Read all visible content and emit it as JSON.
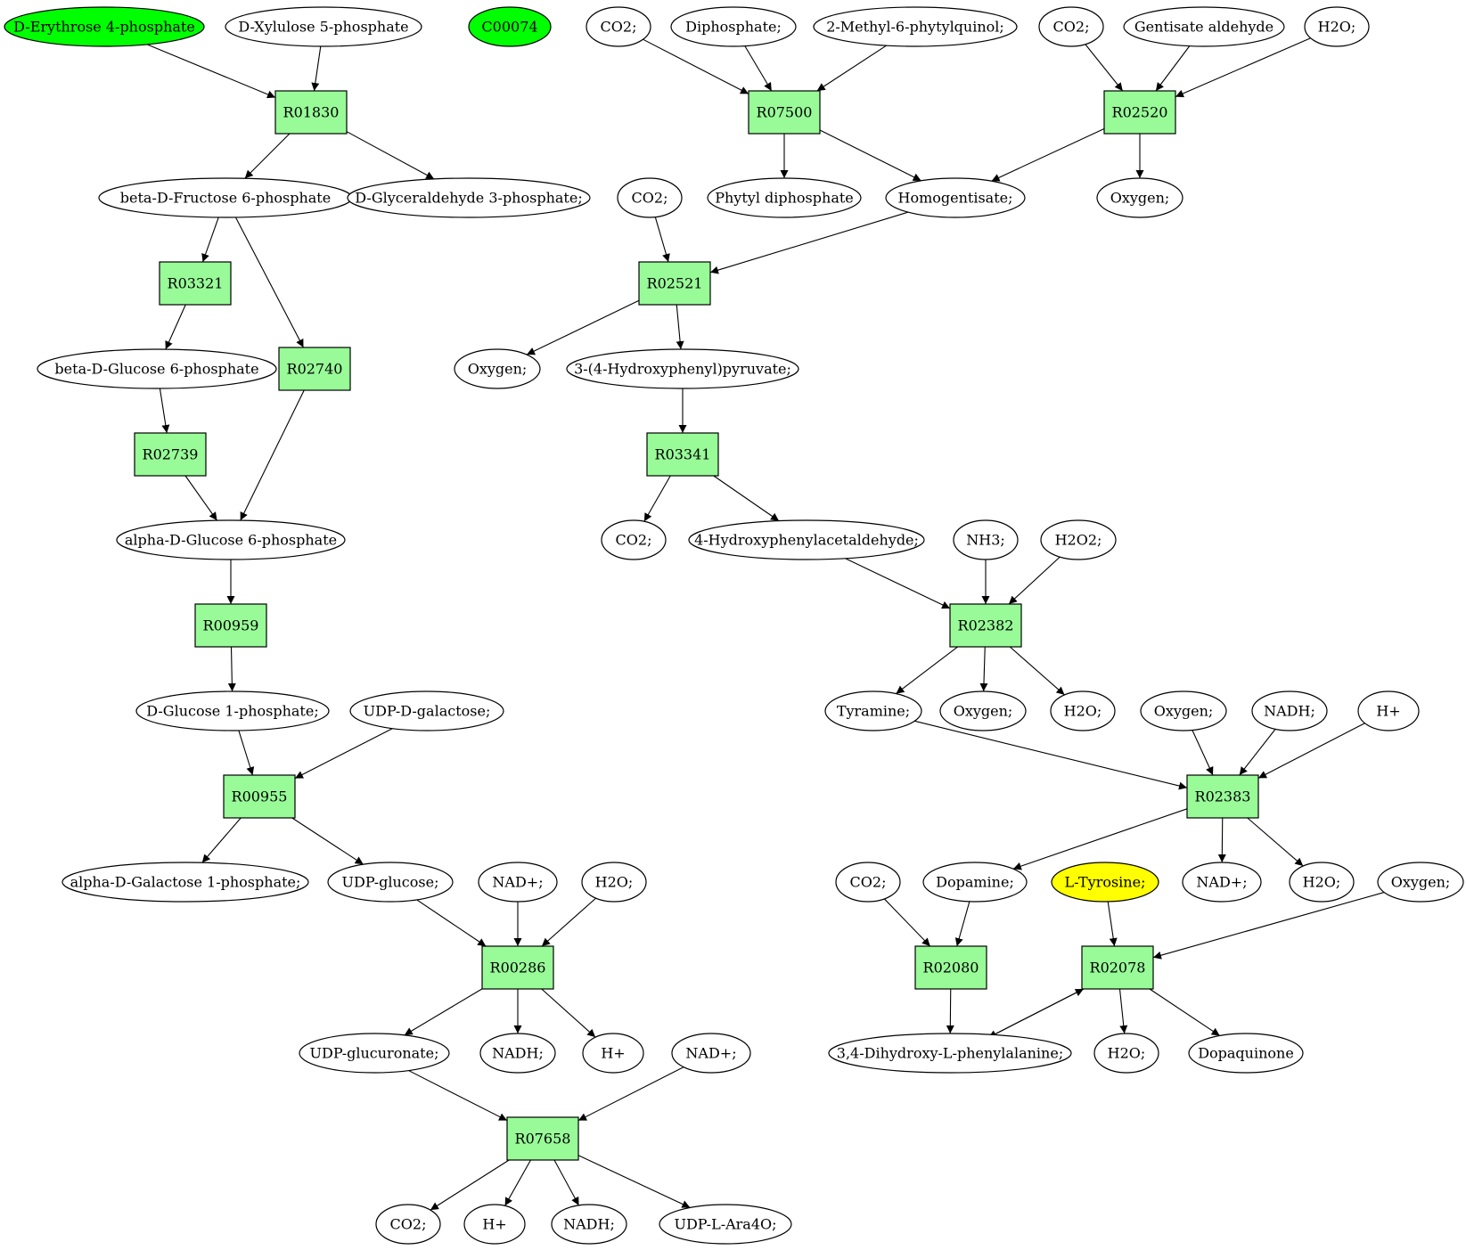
{
  "colors": {
    "compound_default": "#ffffff",
    "compound_source": "#00ff00",
    "compound_target": "#ffff00",
    "reaction": "#98fb98",
    "stroke": "#000000"
  },
  "nodes": [
    {
      "id": "c_erythrose",
      "label": "D-Erythrose 4-phosphate",
      "type": "compound",
      "fill": "source"
    },
    {
      "id": "c_xylulose",
      "label": "D-Xylulose 5-phosphate",
      "type": "compound"
    },
    {
      "id": "c_c00074",
      "label": "C00074",
      "type": "compound",
      "fill": "source"
    },
    {
      "id": "c_co2_a",
      "label": "CO2;",
      "type": "compound"
    },
    {
      "id": "c_diphosphate",
      "label": "Diphosphate;",
      "type": "compound"
    },
    {
      "id": "c_methylphytyl",
      "label": "2-Methyl-6-phytylquinol;",
      "type": "compound"
    },
    {
      "id": "c_co2_b",
      "label": "CO2;",
      "type": "compound"
    },
    {
      "id": "c_gentisate",
      "label": "Gentisate aldehyde",
      "type": "compound"
    },
    {
      "id": "c_h2o_a",
      "label": "H2O;",
      "type": "compound"
    },
    {
      "id": "r_R01830",
      "label": "R01830",
      "type": "reaction"
    },
    {
      "id": "r_R07500",
      "label": "R07500",
      "type": "reaction"
    },
    {
      "id": "r_R02520",
      "label": "R02520",
      "type": "reaction"
    },
    {
      "id": "c_fru6p",
      "label": "beta-D-Fructose 6-phosphate",
      "type": "compound"
    },
    {
      "id": "c_g3p",
      "label": "D-Glyceraldehyde 3-phosphate;",
      "type": "compound"
    },
    {
      "id": "c_co2_c",
      "label": "CO2;",
      "type": "compound"
    },
    {
      "id": "c_phytyl",
      "label": "Phytyl diphosphate",
      "type": "compound"
    },
    {
      "id": "c_homogentisate",
      "label": "Homogentisate;",
      "type": "compound"
    },
    {
      "id": "c_oxygen_a",
      "label": "Oxygen;",
      "type": "compound"
    },
    {
      "id": "r_R03321",
      "label": "R03321",
      "type": "reaction"
    },
    {
      "id": "r_R02521",
      "label": "R02521",
      "type": "reaction"
    },
    {
      "id": "c_glc6p_beta",
      "label": "beta-D-Glucose 6-phosphate",
      "type": "compound"
    },
    {
      "id": "r_R02740",
      "label": "R02740",
      "type": "reaction"
    },
    {
      "id": "c_oxygen_b",
      "label": "Oxygen;",
      "type": "compound"
    },
    {
      "id": "c_hpp",
      "label": "3-(4-Hydroxyphenyl)pyruvate;",
      "type": "compound"
    },
    {
      "id": "r_R02739",
      "label": "R02739",
      "type": "reaction"
    },
    {
      "id": "r_R03341",
      "label": "R03341",
      "type": "reaction"
    },
    {
      "id": "c_glc6p_alpha",
      "label": "alpha-D-Glucose 6-phosphate",
      "type": "compound"
    },
    {
      "id": "c_co2_d",
      "label": "CO2;",
      "type": "compound"
    },
    {
      "id": "c_hpaa",
      "label": "4-Hydroxyphenylacetaldehyde;",
      "type": "compound"
    },
    {
      "id": "c_nh3",
      "label": "NH3;",
      "type": "compound"
    },
    {
      "id": "c_h2o2",
      "label": "H2O2;",
      "type": "compound"
    },
    {
      "id": "r_R00959",
      "label": "R00959",
      "type": "reaction"
    },
    {
      "id": "r_R02382",
      "label": "R02382",
      "type": "reaction"
    },
    {
      "id": "c_glc1p",
      "label": "D-Glucose 1-phosphate;",
      "type": "compound"
    },
    {
      "id": "c_udpgal",
      "label": "UDP-D-galactose;",
      "type": "compound"
    },
    {
      "id": "c_tyramine",
      "label": "Tyramine;",
      "type": "compound"
    },
    {
      "id": "c_oxygen_c",
      "label": "Oxygen;",
      "type": "compound"
    },
    {
      "id": "c_h2o_b",
      "label": "H2O;",
      "type": "compound"
    },
    {
      "id": "c_oxygen_d",
      "label": "Oxygen;",
      "type": "compound"
    },
    {
      "id": "c_nadh_a",
      "label": "NADH;",
      "type": "compound"
    },
    {
      "id": "c_hplus_a",
      "label": "H+",
      "type": "compound"
    },
    {
      "id": "r_R00955",
      "label": "R00955",
      "type": "reaction"
    },
    {
      "id": "r_R02383",
      "label": "R02383",
      "type": "reaction"
    },
    {
      "id": "c_gal1p",
      "label": "alpha-D-Galactose 1-phosphate;",
      "type": "compound"
    },
    {
      "id": "c_udpglc",
      "label": "UDP-glucose;",
      "type": "compound"
    },
    {
      "id": "c_nadplus_a",
      "label": "NAD+;",
      "type": "compound"
    },
    {
      "id": "c_h2o_c",
      "label": "H2O;",
      "type": "compound"
    },
    {
      "id": "c_co2_e",
      "label": "CO2;",
      "type": "compound"
    },
    {
      "id": "c_dopamine",
      "label": "Dopamine;",
      "type": "compound"
    },
    {
      "id": "c_tyrosine",
      "label": "L-Tyrosine;",
      "type": "compound",
      "fill": "target"
    },
    {
      "id": "c_nadplus_b",
      "label": "NAD+;",
      "type": "compound"
    },
    {
      "id": "c_h2o_d",
      "label": "H2O;",
      "type": "compound"
    },
    {
      "id": "c_oxygen_e",
      "label": "Oxygen;",
      "type": "compound"
    },
    {
      "id": "r_R00286",
      "label": "R00286",
      "type": "reaction"
    },
    {
      "id": "r_R02080",
      "label": "R02080",
      "type": "reaction"
    },
    {
      "id": "r_R02078",
      "label": "R02078",
      "type": "reaction"
    },
    {
      "id": "c_udpglcua",
      "label": "UDP-glucuronate;",
      "type": "compound"
    },
    {
      "id": "c_nadh_b",
      "label": "NADH;",
      "type": "compound"
    },
    {
      "id": "c_hplus_b",
      "label": "H+",
      "type": "compound"
    },
    {
      "id": "c_nadplus_c",
      "label": "NAD+;",
      "type": "compound"
    },
    {
      "id": "c_dopa",
      "label": "3,4-Dihydroxy-L-phenylalanine;",
      "type": "compound"
    },
    {
      "id": "c_h2o_e",
      "label": "H2O;",
      "type": "compound"
    },
    {
      "id": "c_dopaquinone",
      "label": "Dopaquinone",
      "type": "compound"
    },
    {
      "id": "r_R07658",
      "label": "R07658",
      "type": "reaction"
    },
    {
      "id": "c_co2_f",
      "label": "CO2;",
      "type": "compound"
    },
    {
      "id": "c_hplus_c",
      "label": "H+",
      "type": "compound"
    },
    {
      "id": "c_nadh_c",
      "label": "NADH;",
      "type": "compound"
    },
    {
      "id": "c_udpara",
      "label": "UDP-L-Ara4O;",
      "type": "compound"
    }
  ],
  "edges": [
    [
      "c_erythrose",
      "r_R01830"
    ],
    [
      "c_xylulose",
      "r_R01830"
    ],
    [
      "r_R01830",
      "c_fru6p"
    ],
    [
      "r_R01830",
      "c_g3p"
    ],
    [
      "c_co2_a",
      "r_R07500"
    ],
    [
      "c_diphosphate",
      "r_R07500"
    ],
    [
      "c_methylphytyl",
      "r_R07500"
    ],
    [
      "r_R07500",
      "c_phytyl"
    ],
    [
      "r_R07500",
      "c_homogentisate"
    ],
    [
      "c_co2_b",
      "r_R02520"
    ],
    [
      "c_gentisate",
      "r_R02520"
    ],
    [
      "c_h2o_a",
      "r_R02520"
    ],
    [
      "r_R02520",
      "c_homogentisate"
    ],
    [
      "r_R02520",
      "c_oxygen_a"
    ],
    [
      "c_fru6p",
      "r_R03321"
    ],
    [
      "c_fru6p",
      "r_R02740"
    ],
    [
      "r_R03321",
      "c_glc6p_beta"
    ],
    [
      "c_glc6p_beta",
      "r_R02739"
    ],
    [
      "r_R02739",
      "c_glc6p_alpha"
    ],
    [
      "r_R02740",
      "c_glc6p_alpha"
    ],
    [
      "c_glc6p_alpha",
      "r_R00959"
    ],
    [
      "r_R00959",
      "c_glc1p"
    ],
    [
      "c_glc1p",
      "r_R00955"
    ],
    [
      "c_udpgal",
      "r_R00955"
    ],
    [
      "r_R00955",
      "c_gal1p"
    ],
    [
      "r_R00955",
      "c_udpglc"
    ],
    [
      "c_udpglc",
      "r_R00286"
    ],
    [
      "c_nadplus_a",
      "r_R00286"
    ],
    [
      "c_h2o_c",
      "r_R00286"
    ],
    [
      "r_R00286",
      "c_udpglcua"
    ],
    [
      "r_R00286",
      "c_nadh_b"
    ],
    [
      "r_R00286",
      "c_hplus_b"
    ],
    [
      "c_udpglcua",
      "r_R07658"
    ],
    [
      "c_nadplus_c",
      "r_R07658"
    ],
    [
      "r_R07658",
      "c_co2_f"
    ],
    [
      "r_R07658",
      "c_hplus_c"
    ],
    [
      "r_R07658",
      "c_nadh_c"
    ],
    [
      "r_R07658",
      "c_udpara"
    ],
    [
      "c_co2_c",
      "r_R02521"
    ],
    [
      "c_homogentisate",
      "r_R02521"
    ],
    [
      "r_R02521",
      "c_oxygen_b"
    ],
    [
      "r_R02521",
      "c_hpp"
    ],
    [
      "c_hpp",
      "r_R03341"
    ],
    [
      "r_R03341",
      "c_co2_d"
    ],
    [
      "r_R03341",
      "c_hpaa"
    ],
    [
      "c_hpaa",
      "r_R02382"
    ],
    [
      "c_nh3",
      "r_R02382"
    ],
    [
      "c_h2o2",
      "r_R02382"
    ],
    [
      "r_R02382",
      "c_tyramine"
    ],
    [
      "r_R02382",
      "c_oxygen_c"
    ],
    [
      "r_R02382",
      "c_h2o_b"
    ],
    [
      "c_tyramine",
      "r_R02383"
    ],
    [
      "c_oxygen_d",
      "r_R02383"
    ],
    [
      "c_nadh_a",
      "r_R02383"
    ],
    [
      "c_hplus_a",
      "r_R02383"
    ],
    [
      "r_R02383",
      "c_dopamine"
    ],
    [
      "r_R02383",
      "c_nadplus_b"
    ],
    [
      "r_R02383",
      "c_h2o_d"
    ],
    [
      "c_co2_e",
      "r_R02080"
    ],
    [
      "c_dopamine",
      "r_R02080"
    ],
    [
      "r_R02080",
      "c_dopa"
    ],
    [
      "c_tyrosine",
      "r_R02078"
    ],
    [
      "c_oxygen_e",
      "r_R02078"
    ],
    [
      "c_dopa",
      "r_R02078"
    ],
    [
      "r_R02078",
      "c_dopa"
    ],
    [
      "r_R02078",
      "c_h2o_e"
    ],
    [
      "r_R02078",
      "c_dopaquinone"
    ]
  ]
}
